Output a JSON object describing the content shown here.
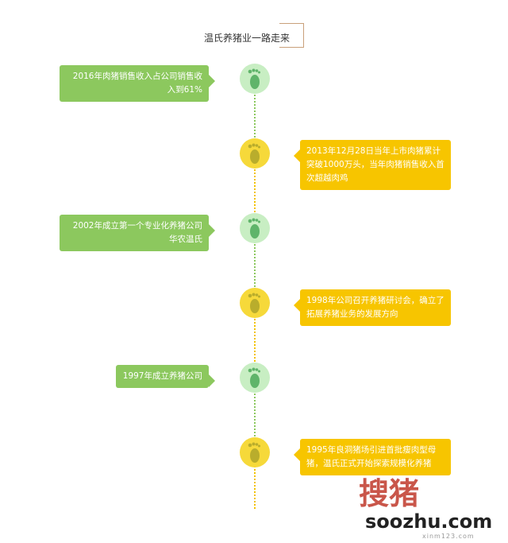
{
  "title": "温氏养猪业一路走来",
  "events": [
    {
      "text": "2016年肉猪销售收入占公司销售收入到61%",
      "side": "left",
      "color": "#8cc85e"
    },
    {
      "text": "2013年12月28日当年上市肉猪累计突破1000万头，当年肉猪销售收入首次超越肉鸡",
      "side": "right",
      "color": "#f7c500"
    },
    {
      "text": "2002年成立第一个专业化养猪公司华农温氏",
      "side": "left",
      "color": "#8cc85e"
    },
    {
      "text": "1998年公司召开养猪研讨会，确立了拓展养猪业务的发展方向",
      "side": "right",
      "color": "#f7c500"
    },
    {
      "text": "1997年成立养猪公司",
      "side": "left",
      "color": "#8cc85e"
    },
    {
      "text": "1995年良洞猪场引进首批瘦肉型母猪，温氏正式开始探索规模化养猪",
      "side": "right",
      "color": "#f7c500"
    }
  ],
  "watermark": {
    "logo": "搜猪",
    "url": "soozhu.com",
    "sub": "xinm123.com"
  },
  "icons": {
    "node": "footprint-icon"
  }
}
